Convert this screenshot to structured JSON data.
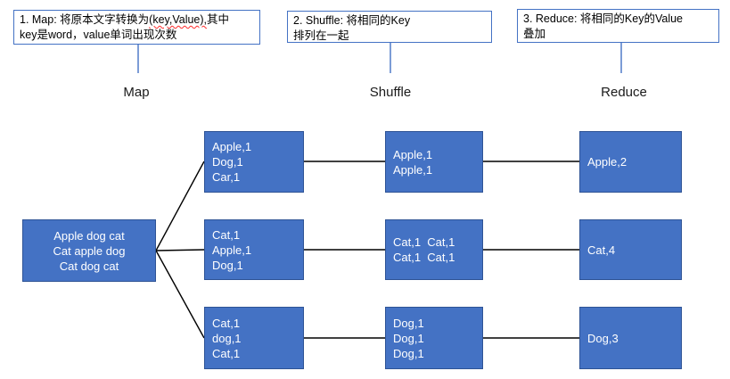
{
  "colors": {
    "background": "#FFFFFF",
    "node_fill": "#4472C4",
    "node_border": "#2E5395",
    "node_text": "#FFFFFF",
    "callout_border": "#4472C4",
    "callout_stem": "#4472C4",
    "connector": "#000000",
    "squiggle": "#FF2A2A",
    "label_text": "#1A1A1A"
  },
  "callouts": {
    "map": {
      "line1_prefix": "1. Map: 将原本文字转换为",
      "line1_highlight": "(key,Value),",
      "line1_suffix": "其中",
      "line2": "key是word，value单词出现次数",
      "label": "Map"
    },
    "shuffle": {
      "text": "2. Shuffle: 将相同的Key\n排列在一起",
      "label": "Shuffle"
    },
    "reduce": {
      "text": "3. Reduce: 将相同的Key的Value\n叠加",
      "label": "Reduce"
    }
  },
  "nodes": {
    "source": "Apple dog cat\nCat apple dog\nCat dog cat",
    "map1": "Apple,1\nDog,1\nCar,1",
    "map2": "Cat,1\nApple,1\nDog,1",
    "map3": "Cat,1\ndog,1\nCat,1",
    "shuffle1": "Apple,1\nApple,1",
    "shuffle2": "Cat,1  Cat,1\nCat,1  Cat,1",
    "shuffle3": "Dog,1\nDog,1\nDog,1",
    "reduce1": "Apple,2",
    "reduce2": "Cat,4",
    "reduce3": "Dog,3"
  }
}
